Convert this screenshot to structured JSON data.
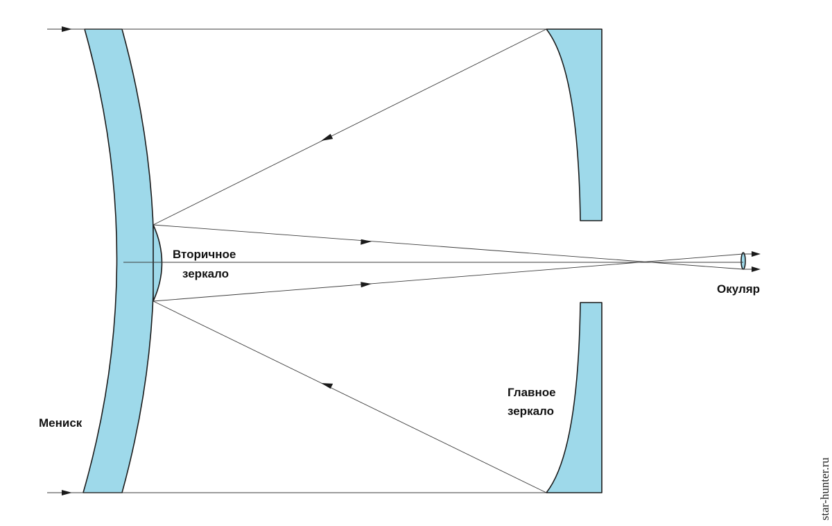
{
  "labels": {
    "meniscus": "Мениск",
    "secondary_line1": "Вторичное",
    "secondary_line2": "зеркало",
    "primary_line1": "Главное",
    "primary_line2": "зеркало",
    "eyepiece": "Окуляр"
  },
  "watermark": "star-hunter.ru",
  "colors": {
    "glass_fill": "#9ed9ea",
    "outline": "#1a1a1a",
    "ray": "#3a3a3a"
  }
}
